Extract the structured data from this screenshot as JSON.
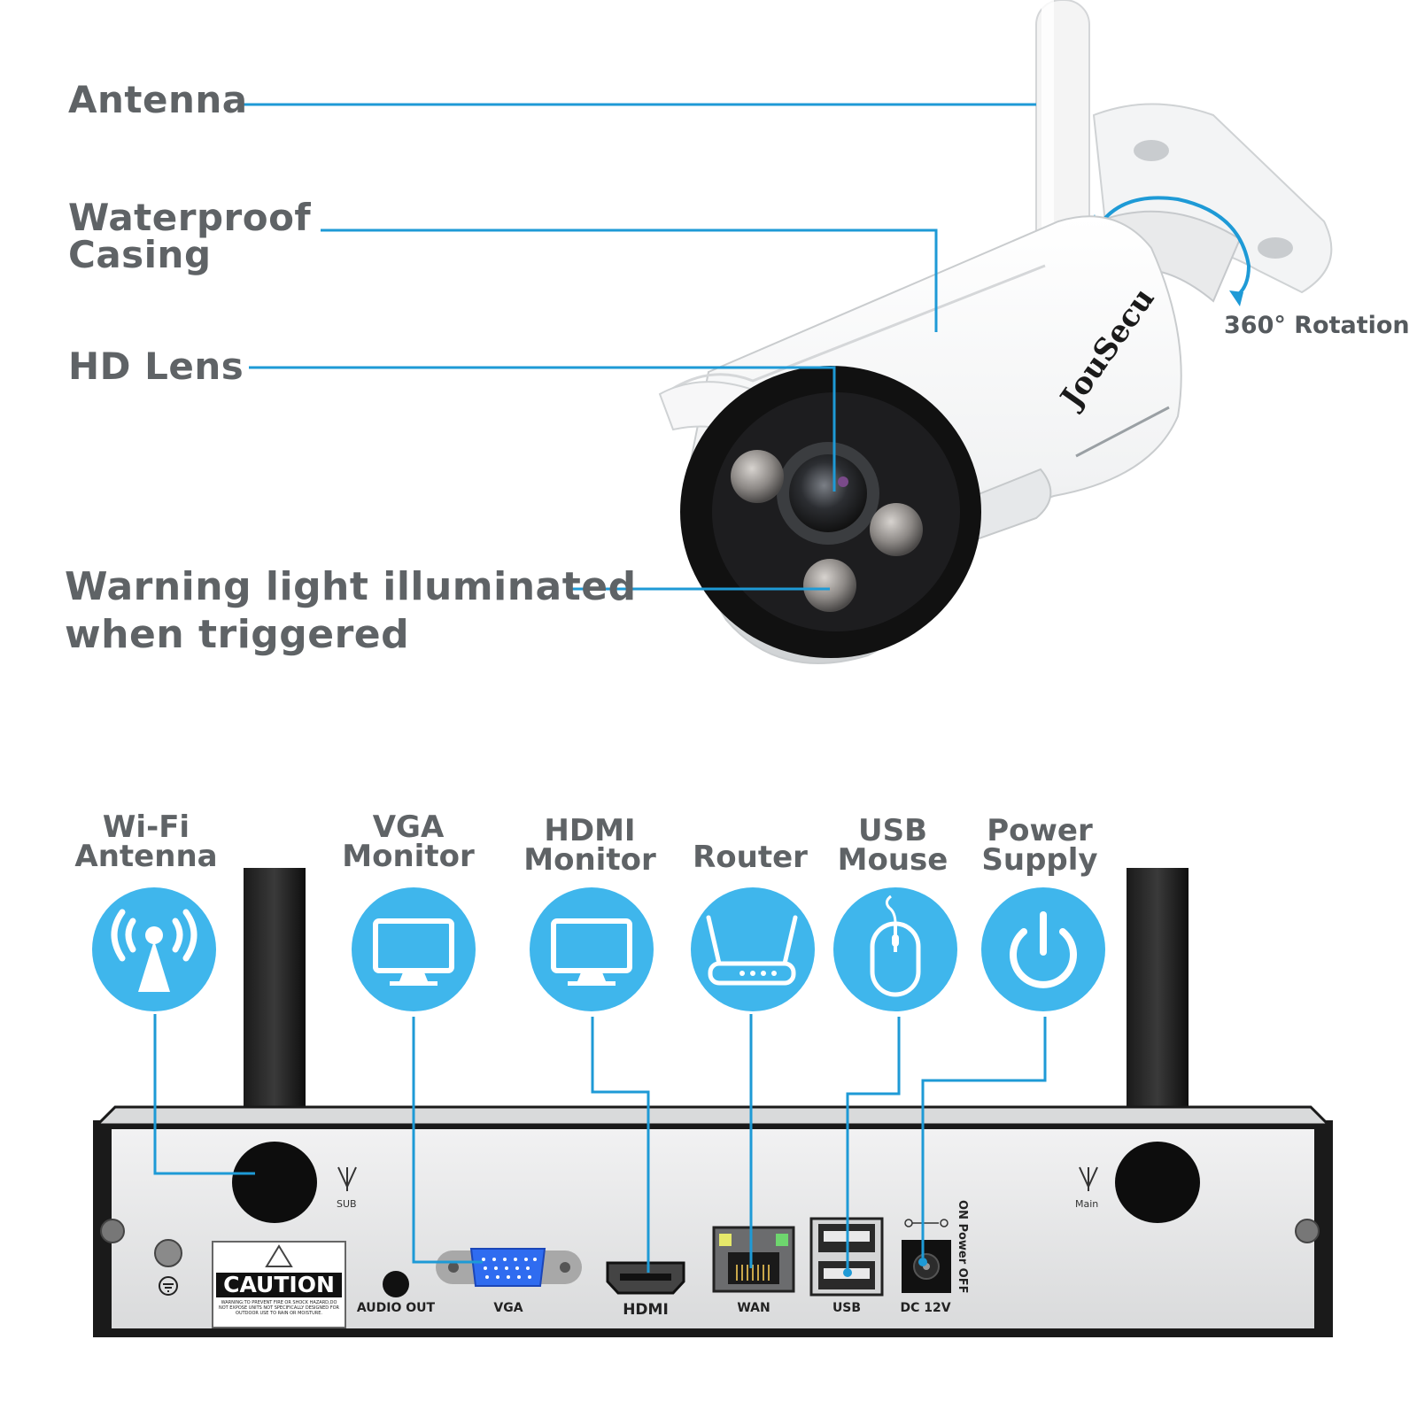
{
  "camera": {
    "brand": "JouSecu",
    "rotation_label": "360° Rotation",
    "callouts": [
      {
        "id": "antenna",
        "label": "Antenna"
      },
      {
        "id": "casing",
        "label": "Waterproof\nCasing"
      },
      {
        "id": "lens",
        "label": "HD Lens"
      },
      {
        "id": "warning",
        "label": "Warning light illuminated\nwhen triggered"
      }
    ]
  },
  "connections": [
    {
      "id": "wifi",
      "label": "Wi-Fi\nAntenna",
      "icon": "wifi-antenna-icon"
    },
    {
      "id": "vga",
      "label": "VGA\nMonitor",
      "icon": "monitor-icon"
    },
    {
      "id": "hdmi",
      "label": "HDMI\nMonitor",
      "icon": "monitor-icon"
    },
    {
      "id": "router",
      "label": "Router",
      "icon": "router-icon"
    },
    {
      "id": "usb",
      "label": "USB\nMouse",
      "icon": "mouse-icon"
    },
    {
      "id": "power",
      "label": "Power\nSupply",
      "icon": "power-icon"
    }
  ],
  "nvr": {
    "ports": {
      "audio_out": "AUDIO OUT",
      "vga": "VGA",
      "hdmi": "HDMI",
      "wan": "WAN",
      "usb": "USB",
      "dc": "DC 12V"
    },
    "antenna_sub": "SUB",
    "antenna_main": "Main",
    "power_switch": "ON Power OFF",
    "caution": "CAUTION",
    "caution_text": "WARNING:TO PREVENT FIRE OR SHOCK HAZARD,DO NOT EXPOSE UNITS NOT SPECIFICALLY DESIGNED FOR OUTDOOR USE TO RAIN OR MOISTURE."
  },
  "colors": {
    "accent": "#3fb6ec",
    "leader_line": "#1e9ad6",
    "text": "#5f6366",
    "panel": "#e4e5e6",
    "vga_port": "#2f6cf0"
  }
}
